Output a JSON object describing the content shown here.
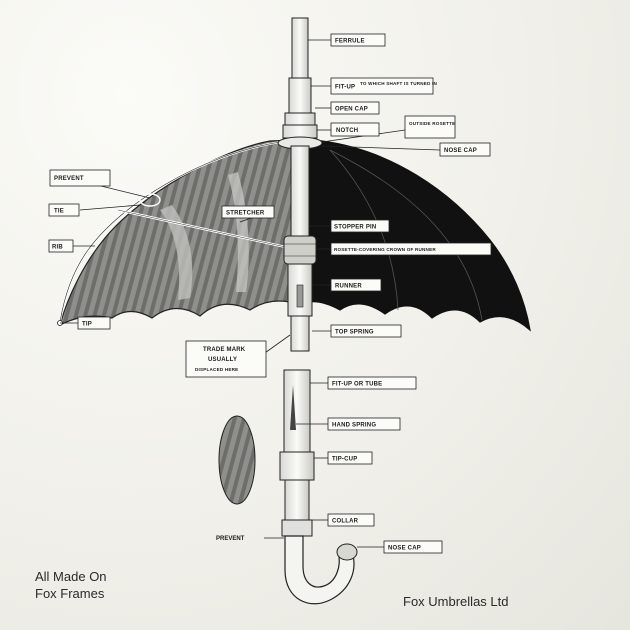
{
  "labels": {
    "ferrule": "FERRULE",
    "fit_up": "FIT-UP",
    "fit_up_note": "TO WHICH SHAFT IS TURNED IN",
    "open_cap": "OPEN CAP",
    "notch": "NOTCH",
    "outside_rosette": "OUTSIDE ROSETTE",
    "nose_cap_top": "NOSE CAP",
    "prevent_top": "PREVENT",
    "tie": "TIE",
    "rib": "RIB",
    "tip": "TIP",
    "stretcher": "STRETCHER",
    "stopper_pin": "STOPPER PIN",
    "rosette_crown": "ROSETTE-COVERING CROWN OF RUNNER",
    "runner": "RUNNER",
    "top_spring": "TOP SPRING",
    "trade_mark_1": "TRADE MARK",
    "trade_mark_2": "USUALLY",
    "trade_mark_3": "DISPLACED HERE",
    "fit_up_tube": "FIT-UP OR TUBE",
    "hand_spring": "HAND SPRING",
    "tip_cup": "TIP-CUP",
    "prevent_bottom": "PREVENT",
    "collar": "COLLAR",
    "nose_cap_bottom": "NOSE CAP"
  },
  "footer": {
    "left_line1": "All Made On",
    "left_line2": "Fox Frames",
    "right": "Fox Umbrellas Ltd"
  }
}
